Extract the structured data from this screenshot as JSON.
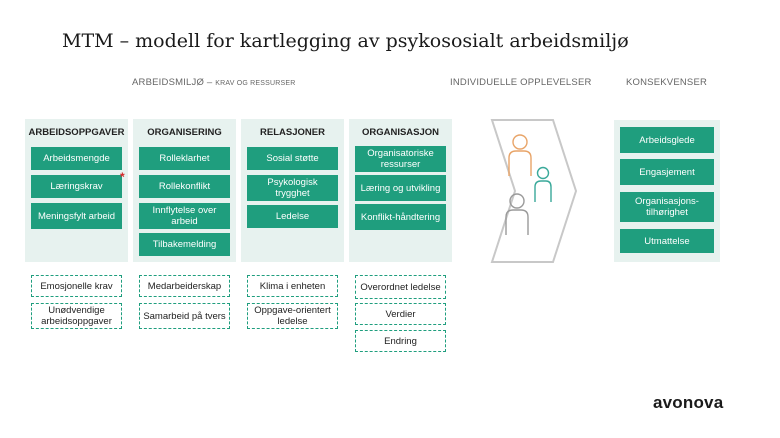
{
  "title": "MTM – modell for kartlegging av psykososialt arbeidsmiljø",
  "sections": {
    "environment_main": "Arbeidsmiljø –",
    "environment_sub": "krav og ressurser",
    "individual": "Individuelle opplevelser",
    "consequences": "Konsekvenser"
  },
  "columns": [
    {
      "header": "ARBEIDSOPPGAVER",
      "tiles": [
        "Arbeidsmengde",
        "Læringskrav",
        "Meningsfylt arbeid"
      ],
      "dashed": [
        "Emosjonelle krav",
        "Unødvendige arbeidsoppgaver"
      ]
    },
    {
      "header": "ORGANISERING",
      "tiles": [
        "Rolleklarhet",
        "Rollekonflikt",
        "Innflytelse over arbeid",
        "Tilbakemelding"
      ],
      "dashed": [
        "Medarbeiderskap",
        "Samarbeid på tvers"
      ]
    },
    {
      "header": "RELASJONER",
      "tiles": [
        "Sosial støtte",
        "Psykologisk trygghet",
        "Ledelse"
      ],
      "dashed": [
        "Klima i enheten",
        "Oppgave-orientert ledelse"
      ]
    },
    {
      "header": "ORGANISASJON",
      "tiles": [
        "Organisatoriske ressurser",
        "Læring og utvikling",
        "Konflikt-håndtering"
      ],
      "dashed": [
        "Overordnet ledelse",
        "Verdier",
        "Endring"
      ]
    }
  ],
  "star_mark": "*",
  "consequences": [
    "Arbeidsglede",
    "Engasjement",
    "Organisasjons-tilhørighet",
    "Utmattelse"
  ],
  "logo": "avonova",
  "colors": {
    "tile": "#1f9e7e",
    "panel": "#e7f2ef",
    "person_orange": "#e8a468",
    "person_teal": "#3aa99a",
    "person_gray": "#9a9a9a",
    "star": "#d6282a"
  }
}
